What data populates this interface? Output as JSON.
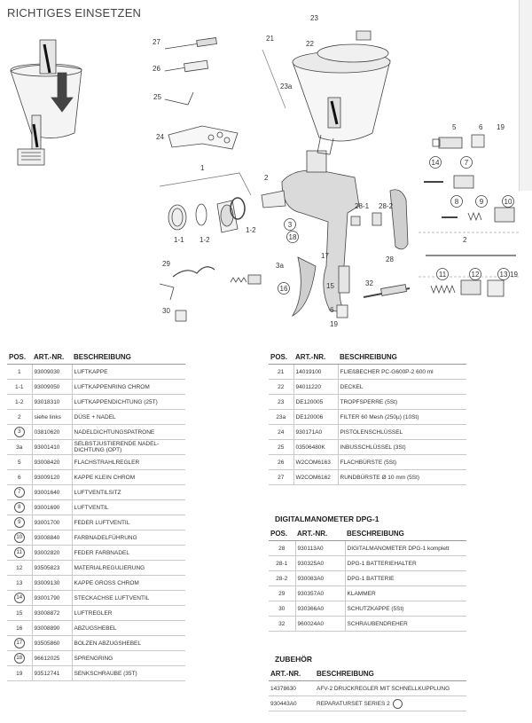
{
  "heading": "RICHTIGES EINSETZEN",
  "diagram": {
    "callouts": [
      "1",
      "1-1",
      "1-2",
      "1-2",
      "2",
      "3",
      "3a",
      "5",
      "6",
      "7",
      "8",
      "9",
      "10",
      "11",
      "12",
      "13",
      "14",
      "15",
      "16",
      "17",
      "18",
      "19",
      "19",
      "19",
      "21",
      "22",
      "23",
      "23a",
      "24",
      "25",
      "26",
      "27",
      "28",
      "28-1",
      "28-2",
      "29",
      "30",
      "32",
      "2",
      "6"
    ],
    "inset_arrow": "down-arrow-icon"
  },
  "table_left": {
    "headers": [
      "POS.",
      "ART.-NR.",
      "BESCHREIBUNG"
    ],
    "rows": [
      {
        "pos": "1",
        "art": "93009030",
        "desc": "LUFTKAPPE",
        "circled": false
      },
      {
        "pos": "1-1",
        "art": "93009050",
        "desc": "LUFTKAPPENRING CHROM",
        "circled": false
      },
      {
        "pos": "1-2",
        "art": "93018310",
        "desc": "LUFTKAPPENDICHTUNG (25t)",
        "circled": false
      },
      {
        "pos": "2",
        "art": "siehe links",
        "desc": "DÜSE + NADEL",
        "circled": false
      },
      {
        "pos": "3",
        "art": "03810620",
        "desc": "NADELDICHTUNGSPATRONE",
        "circled": true
      },
      {
        "pos": "3a",
        "art": "93001410",
        "desc": "SELBSTJUSTIERENDE NADEL-DICHTUNG (Opt)",
        "circled": false
      },
      {
        "pos": "5",
        "art": "93008420",
        "desc": "FLACHSTRAHLREGLER",
        "circled": false
      },
      {
        "pos": "6",
        "art": "93009120",
        "desc": "KAPPE KLEIN CHROM",
        "circled": false
      },
      {
        "pos": "7",
        "art": "93001640",
        "desc": "LUFTVENTILSITZ",
        "circled": true
      },
      {
        "pos": "8",
        "art": "93001690",
        "desc": "LUFTVENTIL",
        "circled": true
      },
      {
        "pos": "9",
        "art": "93001700",
        "desc": "FEDER LUFTVENTIL",
        "circled": true
      },
      {
        "pos": "10",
        "art": "93008840",
        "desc": "FARBNADELFÜHRUNG",
        "circled": true
      },
      {
        "pos": "11",
        "art": "93002820",
        "desc": "FEDER FARBNADEL",
        "circled": true
      },
      {
        "pos": "12",
        "art": "93505823",
        "desc": "MATERIALREGULIERUNG",
        "circled": false
      },
      {
        "pos": "13",
        "art": "93009130",
        "desc": "KAPPE GROß CHROM",
        "circled": false
      },
      {
        "pos": "14",
        "art": "93001790",
        "desc": "STECKACHSE LUFTVENTIL",
        "circled": true
      },
      {
        "pos": "15",
        "art": "93008872",
        "desc": "LUFTREGLER",
        "circled": false
      },
      {
        "pos": "16",
        "art": "93008890",
        "desc": "ABZUGSHEBEL",
        "circled": false
      },
      {
        "pos": "17",
        "art": "93505860",
        "desc": "BOLZEN ABZUGSHEBEL",
        "circled": true
      },
      {
        "pos": "18",
        "art": "96612025",
        "desc": "SPRENGRING",
        "circled": true
      },
      {
        "pos": "19",
        "art": "93512741",
        "desc": "SENKSCHRAUBE (35t)",
        "circled": false
      }
    ]
  },
  "table_right": {
    "headers": [
      "POS.",
      "ART.-NR.",
      "BESCHREIBUNG"
    ],
    "rows": [
      {
        "pos": "21",
        "art": "14019100",
        "desc": "FLIEßBECHER PC-G600P-2 600 ml"
      },
      {
        "pos": "22",
        "art": "94011220",
        "desc": "DECKEL"
      },
      {
        "pos": "23",
        "art": "DE120005",
        "desc": "TROPFSPERRE (5St)"
      },
      {
        "pos": "23a",
        "art": "DE120006",
        "desc": "FILTER 60 Mesh (250µ) (10St)"
      },
      {
        "pos": "24",
        "art": "930171A0",
        "desc": "PISTOLENSCHLÜSSEL"
      },
      {
        "pos": "25",
        "art": "03506480K",
        "desc": "INBUSSCHLÜSSEL (3St)"
      },
      {
        "pos": "26",
        "art": "W2COM6163",
        "desc": "FLACHBÜRSTE (5St)"
      },
      {
        "pos": "27",
        "art": "W2COM6162",
        "desc": "RUNDBÜRSTE Ø 10 mm (5St)"
      }
    ]
  },
  "digital": {
    "title": "DIGITALMANOMETER DPG-1",
    "headers": [
      "POS.",
      "ART.-NR.",
      "BESCHREIBUNG"
    ],
    "rows": [
      {
        "pos": "28",
        "art": "930113A0",
        "desc": "DIGITALMANOMETER DPG-1 komplett"
      },
      {
        "pos": "28-1",
        "art": "930325A0",
        "desc": "DPG-1 BATTERIEHALTER"
      },
      {
        "pos": "28-2",
        "art": "930083A0",
        "desc": "DPG-1 BATTERIE"
      },
      {
        "pos": "29",
        "art": "930357A0",
        "desc": "KLAMMER"
      },
      {
        "pos": "30",
        "art": "930366A0",
        "desc": "SCHUTZKAPPE (5St)"
      },
      {
        "pos": "32",
        "art": "960024A0",
        "desc": "SCHRAUBENDREHER"
      }
    ]
  },
  "zubehoer": {
    "title": "ZUBEHÖR",
    "headers": [
      "ART.-NR.",
      "BESCHREIBUNG"
    ],
    "rows": [
      {
        "art": "14378630",
        "desc": "AFV-2 DRUCKREGLER MIT SCHNELLKUPPLUNG",
        "mark": false
      },
      {
        "art": "930443A0",
        "desc": "REPARATURSET SERIES 2",
        "mark": true
      }
    ]
  }
}
